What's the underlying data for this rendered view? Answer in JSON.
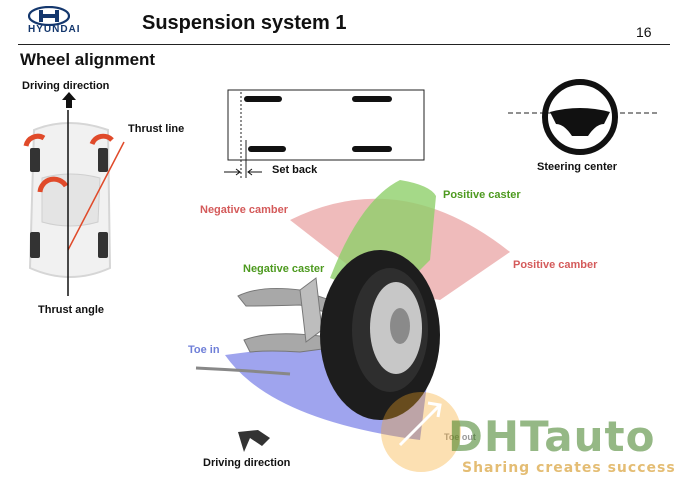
{
  "header": {
    "brand": "HYUNDAI",
    "title": "Suspension system 1",
    "page_number": "16"
  },
  "section_title": "Wheel alignment",
  "labels": {
    "driving_direction_top": "Driving direction",
    "thrust_line": "Thrust line",
    "thrust_angle": "Thrust angle",
    "set_back": "Set back",
    "steering_center": "Steering center",
    "negative_camber": "Negative camber",
    "positive_caster": "Positive caster",
    "negative_caster": "Negative caster",
    "positive_camber": "Positive camber",
    "toe_in": "Toe in",
    "toe_out": "Toe out",
    "driving_direction_bottom": "Driving direction"
  },
  "watermark": {
    "brand": "DHTauto",
    "slogan": "Sharing creates success"
  },
  "colors": {
    "camber_fan": "#e9a4a4",
    "caster_fan": "#8fd06a",
    "toe_fan": "#7f86e8",
    "arrow_red": "#e04a2a",
    "label_green": "#4d9a1f",
    "label_red": "#d45a5a",
    "label_blue": "#6f7fd8"
  }
}
